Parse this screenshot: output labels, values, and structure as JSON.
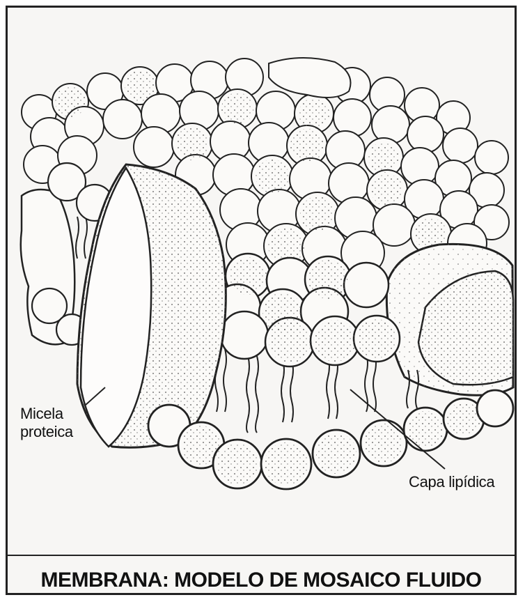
{
  "figure": {
    "labels": {
      "protein": [
        "Micela",
        "proteica"
      ],
      "lipid": "Capa lipídica"
    },
    "caption": "MEMBRANA: MODELO DE MOSAICO FLUIDO"
  }
}
